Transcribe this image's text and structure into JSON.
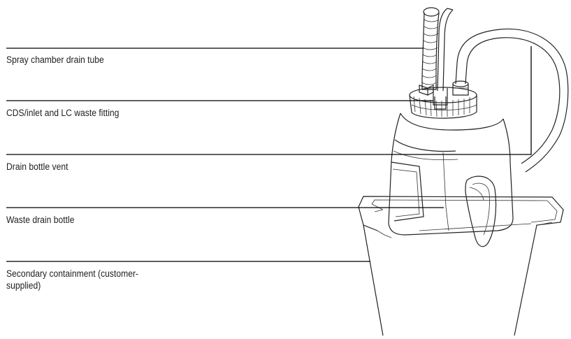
{
  "figure": {
    "callouts": [
      {
        "id": "spray-chamber-drain-tube",
        "text": "Spray chamber drain tube"
      },
      {
        "id": "cds-inlet-lc-waste-fitting",
        "text": "CDS/inlet and LC waste fitting"
      },
      {
        "id": "drain-bottle-vent",
        "text": "Drain bottle vent"
      },
      {
        "id": "waste-drain-bottle",
        "text": "Waste drain bottle"
      },
      {
        "id": "secondary-containment",
        "text": "Secondary containment (customer-\nsupplied)"
      }
    ]
  }
}
